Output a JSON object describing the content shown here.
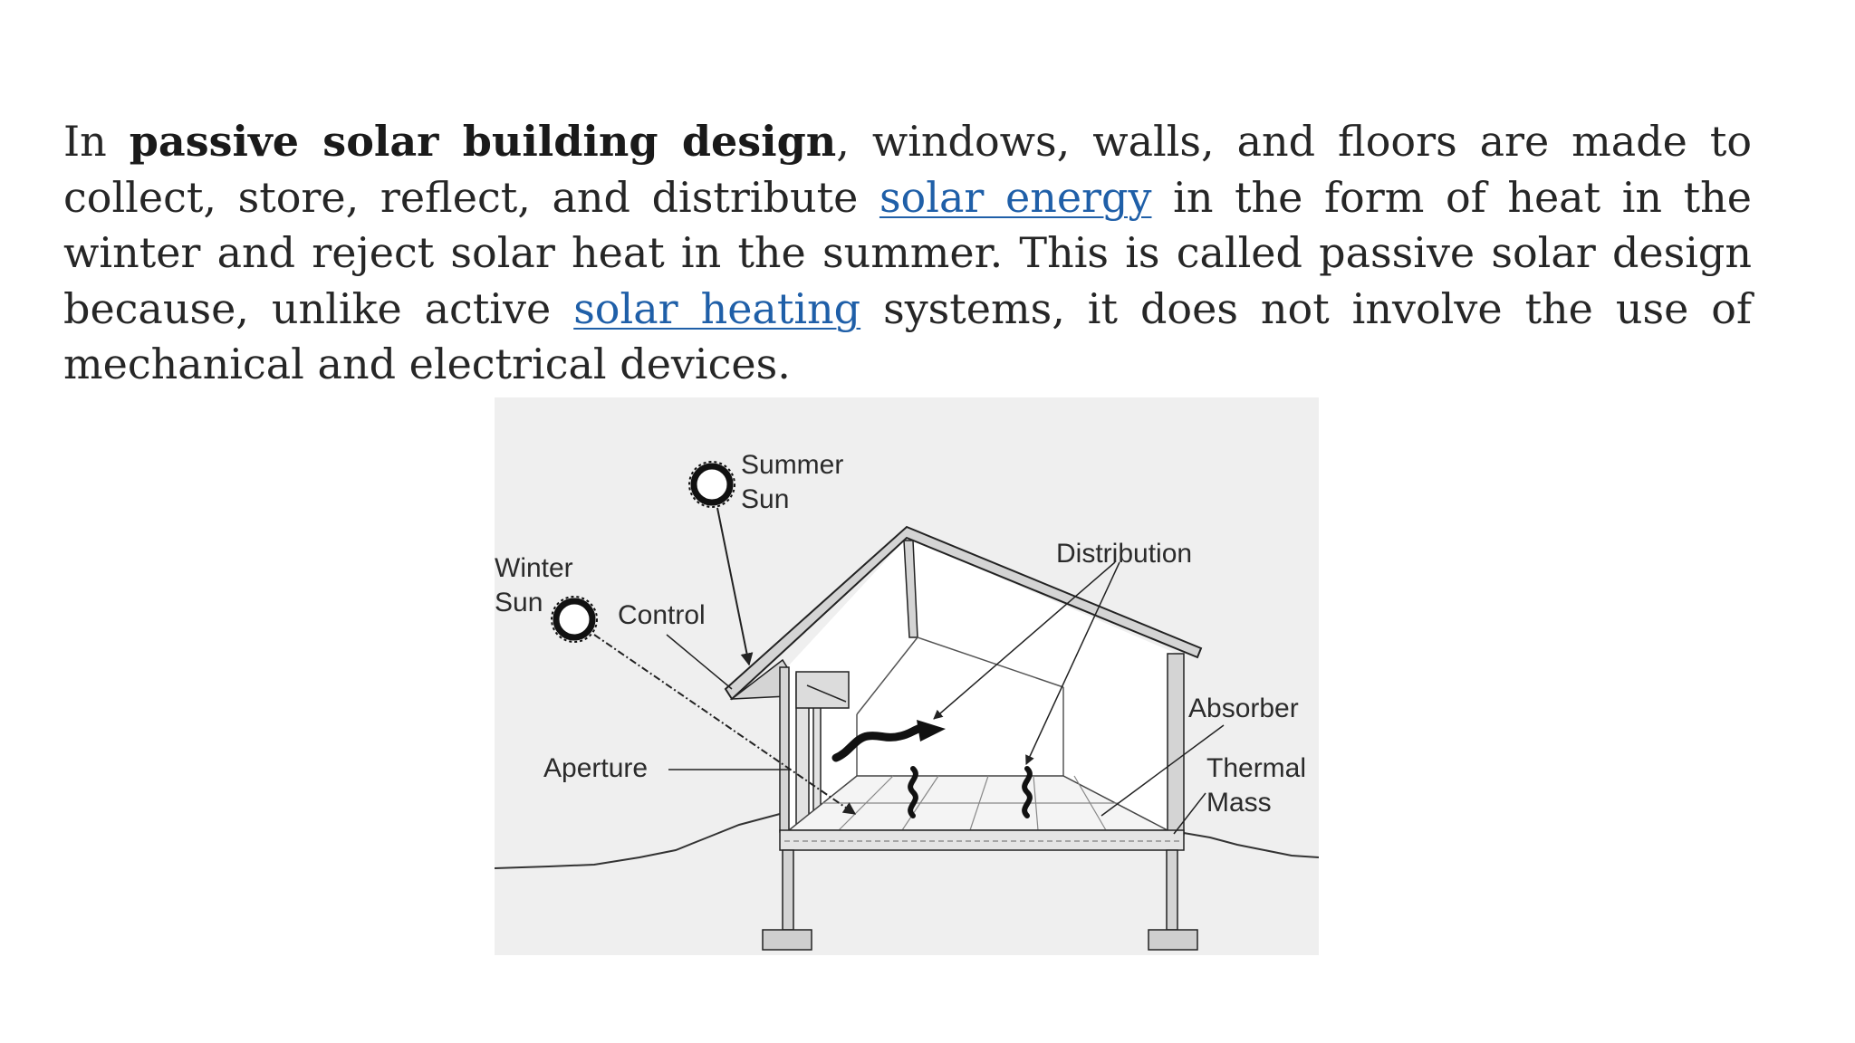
{
  "paragraph": {
    "intro": "In ",
    "bold_term": "passive solar building design",
    "text_1": ", windows, walls, and floors are made to collect, store, reflect, and distribute ",
    "link_1": "solar energy",
    "text_2": " in the form of heat in the winter and reject solar heat in the summer. This is called passive solar design because, unlike active ",
    "link_2": "solar heating",
    "text_3": " systems, it does not involve the use of mechanical and electrical devices."
  },
  "figure": {
    "labels": {
      "summer_sun_line1": "Summer",
      "summer_sun_line2": "Sun",
      "winter_sun_line1": "Winter",
      "winter_sun_line2": "Sun",
      "control": "Control",
      "distribution": "Distribution",
      "absorber": "Absorber",
      "aperture": "Aperture",
      "thermal_mass_line1": "Thermal",
      "thermal_mass_line2": "Mass"
    }
  },
  "colors": {
    "text": "#262626",
    "link": "#1f5fa8",
    "figure_background": "#efefef"
  }
}
